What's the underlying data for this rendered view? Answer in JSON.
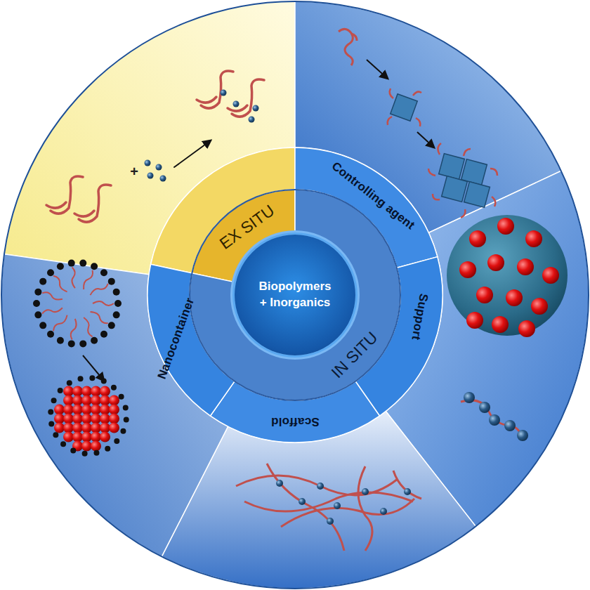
{
  "diagram": {
    "nodes": [
      {
        "text": [
          "Biopolymers + Inorganics"
        ]
      },
      {
        "text": [
          "EX SITU"
        ]
      },
      {
        "text": [
          "IN SITU"
        ]
      },
      {
        "text": [
          "Controlling agent"
        ]
      },
      {
        "text": [
          "Support"
        ]
      },
      {
        "text": [
          "Scaffold"
        ]
      },
      {
        "text": [
          "Nanocontainer"
        ]
      }
    ],
    "labels": [
      "+"
    ]
  }
}
